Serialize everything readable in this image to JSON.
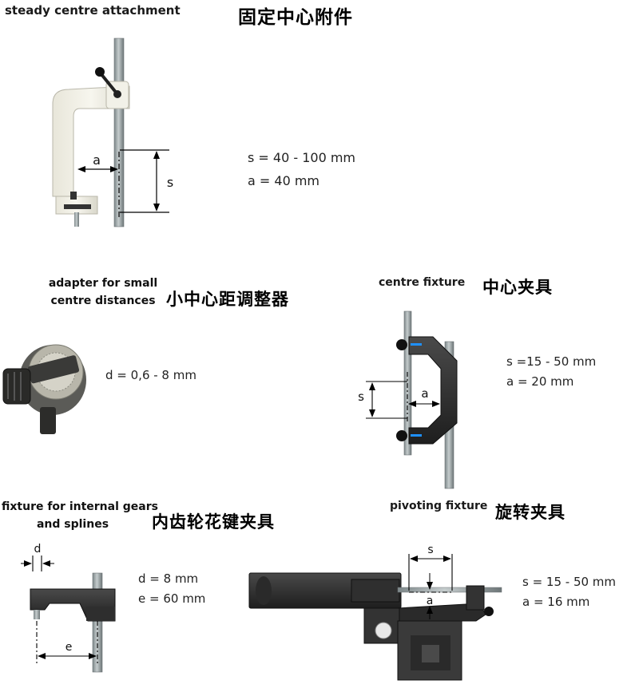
{
  "panels": {
    "steady": {
      "title_en": "steady centre attachment",
      "title_zh": "固定中心附件",
      "label_a": "a",
      "label_s": "s",
      "specs": [
        "s = 40 - 100 mm",
        "a = 40 mm"
      ]
    },
    "adapter": {
      "title_en_lines": [
        "adapter for small",
        "centre distances"
      ],
      "title_zh": "小中心距调整器",
      "specs": [
        "d = 0,6 - 8 mm"
      ]
    },
    "centre_fixture": {
      "title_en": "centre fixture",
      "title_zh": "中心夹具",
      "label_s": "s",
      "label_a": "a",
      "specs": [
        "s =15 - 50 mm",
        "a = 20 mm"
      ]
    },
    "internal_gears": {
      "title_en_lines": [
        "fixture for internal gears",
        "and splines"
      ],
      "title_zh": "内齿轮花键夹具",
      "label_d": "d",
      "label_e": "e",
      "specs": [
        "d = 8 mm",
        "e = 60 mm"
      ]
    },
    "pivoting": {
      "title_en": "pivoting fixture",
      "title_zh": "旋转夹具",
      "label_s": "s",
      "label_a": "a",
      "specs": [
        "s = 15 - 50 mm",
        "a = 16 mm"
      ]
    }
  }
}
